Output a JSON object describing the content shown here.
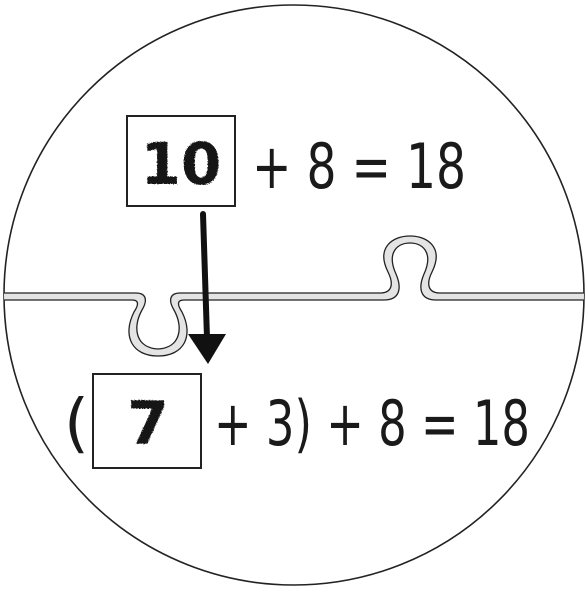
{
  "top_equation": {
    "box_value": "10",
    "rest": "+ 8 = 18"
  },
  "bottom_equation": {
    "open_paren": "(",
    "box_value": "7",
    "rest": "+ 3) + 8 = 18"
  },
  "colors": {
    "outline": "#222222",
    "puzzle_seam_fill": "#e4e4e4",
    "arrow": "#111111",
    "text": "#1a1a1a"
  }
}
